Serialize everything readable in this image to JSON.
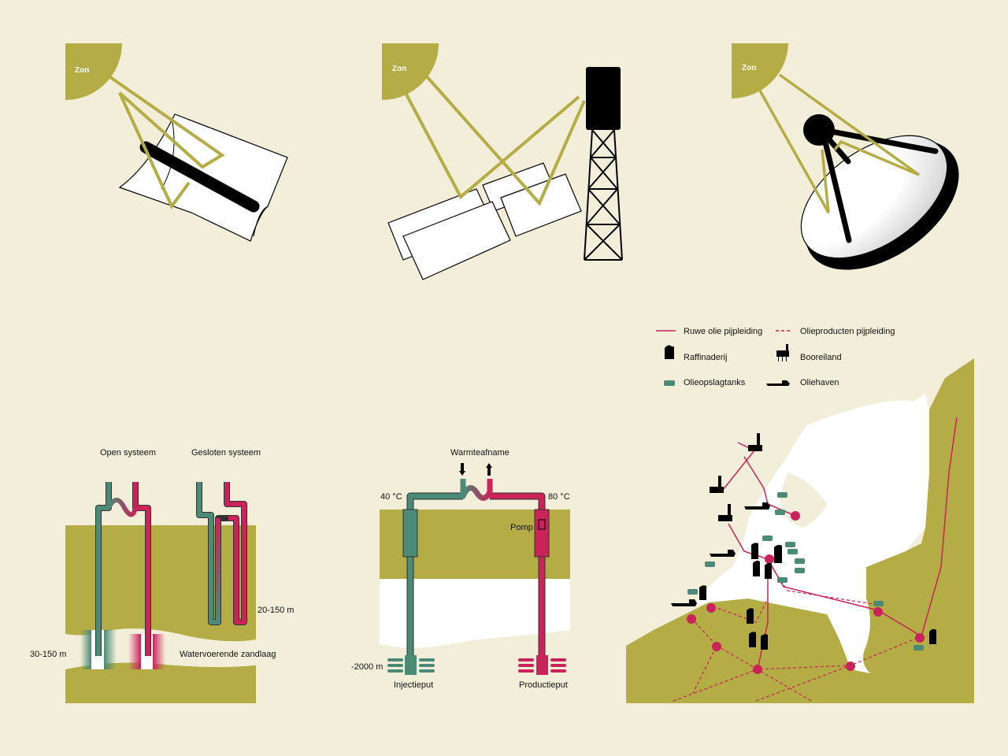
{
  "colors": {
    "background": "#f2eed9",
    "olive": "#b4ad45",
    "teal": "#4a8a76",
    "crimson": "#c9235a",
    "black": "#000000",
    "white": "#ffffff"
  },
  "solar": {
    "panels": [
      {
        "id": "parabolic-trough",
        "sun_label": "Zon"
      },
      {
        "id": "solar-tower",
        "sun_label": "Zon"
      },
      {
        "id": "parabolic-dish",
        "sun_label": "Zon"
      }
    ]
  },
  "heat_pump": {
    "open_label": "Open systeem",
    "closed_label": "Gesloten systeem",
    "depth_closed": "20-150 m",
    "depth_open": "30-150 m",
    "aquifer_label": "Watervoerende zandlaag"
  },
  "geothermal": {
    "heat_extraction": "Warmteafname",
    "temp_cold": "40 °C",
    "temp_hot": "80 °C",
    "pump_label": "Pomp",
    "depth": "-2000 m",
    "injection_well": "Injectieput",
    "production_well": "Productieput"
  },
  "oil_map": {
    "legend": {
      "crude_pipeline": "Ruwe olie pijpleiding",
      "products_pipeline": "Olieproducten pijpleiding",
      "refinery": "Raffinaderij",
      "drilling_platform": "Booreiland",
      "storage_tanks": "Olieopslagtanks",
      "oil_port": "Oliehaven"
    }
  }
}
